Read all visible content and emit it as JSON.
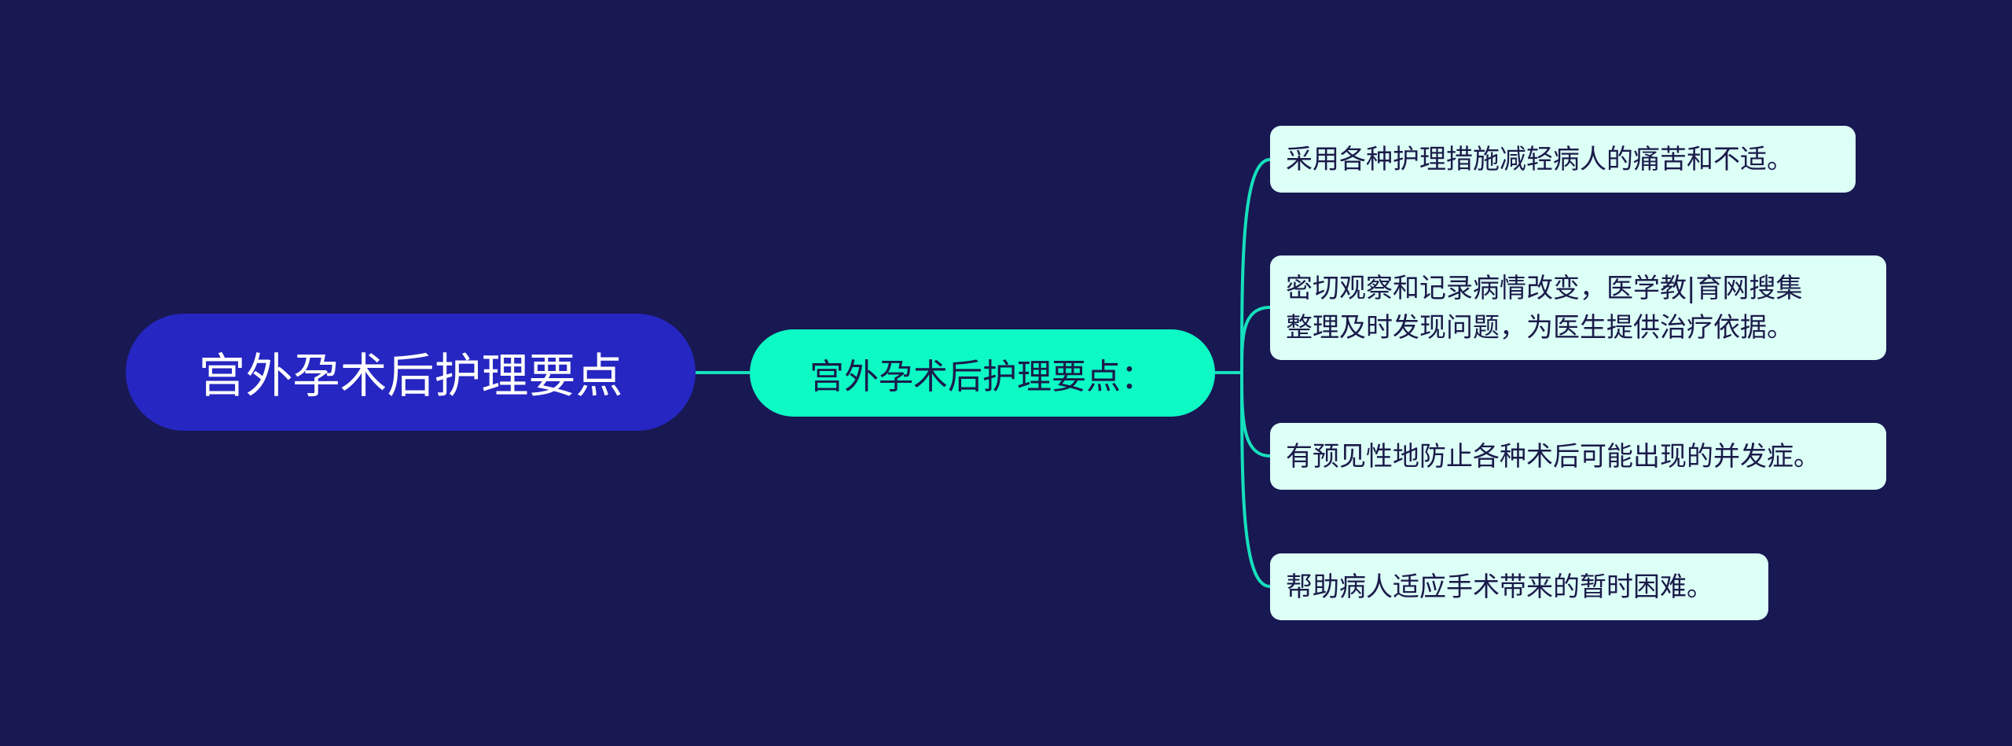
{
  "colors": {
    "background": "#181852",
    "root_fill": "#2626c2",
    "sub_fill": "#0dfac5",
    "leaf_fill": "#dcfff6",
    "connector": "#16e0bd"
  },
  "mindmap": {
    "root": {
      "label": "宫外孕术后护理要点"
    },
    "sub": {
      "label": "宫外孕术后护理要点："
    },
    "leaves": [
      {
        "lines": [
          "采用各种护理措施减轻病人的痛苦和不适。"
        ]
      },
      {
        "lines": [
          "密切观察和记录病情改变，医学教|育网搜集",
          "整理及时发现问题，为医生提供治疗依据。"
        ]
      },
      {
        "lines": [
          "有预见性地防止各种术后可能出现的并发症。"
        ]
      },
      {
        "lines": [
          "帮助病人适应手术带来的暂时困难。"
        ]
      }
    ]
  }
}
